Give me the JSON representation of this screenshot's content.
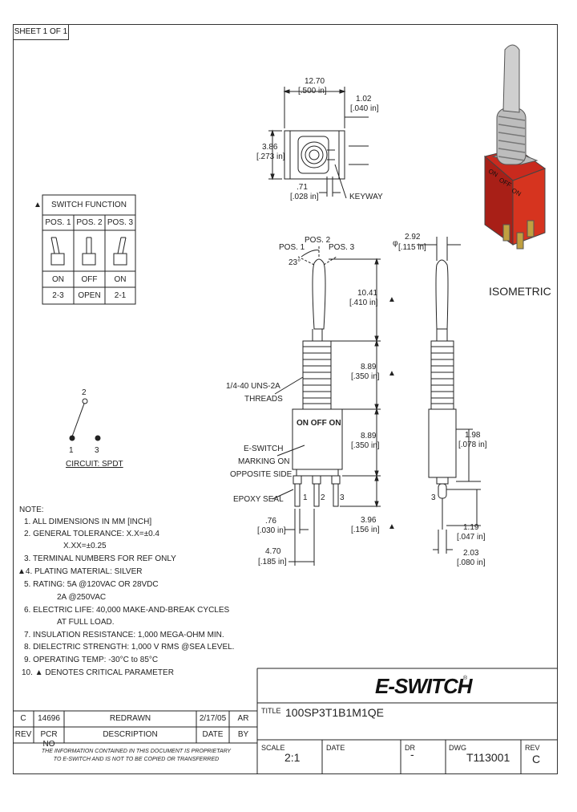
{
  "sheet": "SHEET 1 OF 1",
  "top_view": {
    "dim_width": "12.70",
    "dim_width_in": "[.500 in]",
    "dim_keyway_w": "1.02",
    "dim_keyway_w_in": "[.040 in]",
    "dim_height": "3.86",
    "dim_height_in": "[.273 in]",
    "dim_keyway": ".71",
    "dim_keyway_in": "[.028 in]",
    "keyway_label": "KEYWAY"
  },
  "switch_function": {
    "title": "SWITCH FUNCTION",
    "marker": "▲",
    "positions": [
      "POS. 1",
      "POS. 2",
      "POS. 3"
    ],
    "states": [
      "ON",
      "OFF",
      "ON"
    ],
    "connections": [
      "2-3",
      "OPEN",
      "2-1"
    ]
  },
  "circuit": {
    "common": "2",
    "left": "1",
    "right": "3",
    "label": "CIRCUIT: SPDT"
  },
  "front_view": {
    "pos1": "POS. 1",
    "pos2": "POS. 2",
    "pos3": "POS. 3",
    "angle": "23°",
    "thread_label_1": "1/4-40 UNS-2A",
    "thread_label_2": "THREADS",
    "marking_1": "E-SWITCH",
    "marking_2": "MARKING ON",
    "marking_3": "OPPOSITE SIDE",
    "body_text": "ON OFF ON",
    "epoxy": "EPOXY SEAL",
    "term_1": "1",
    "term_2": "2",
    "term_3": "3",
    "dim_lever": "10.41",
    "dim_lever_in": "[.410 in]",
    "dim_bushing": "8.89",
    "dim_bushing_in": "[.350 in]",
    "dim_body": "8.89",
    "dim_body_in": "[.350 in]",
    "dim_term": "3.96",
    "dim_term_in": "[.156 in]",
    "dim_term_w": ".76",
    "dim_term_w_in": "[.030 in]",
    "dim_pitch": "4.70",
    "dim_pitch_in": "[.185 in]",
    "crit": "▲"
  },
  "side_view": {
    "dim_dia_sym": "φ",
    "dim_dia": "2.92",
    "dim_dia_in": "[.115 in]",
    "dim_seal": "1.98",
    "dim_seal_in": "[.078 in]",
    "dim_term_h": "1.19",
    "dim_term_h_in": "[.047 in]",
    "dim_term_t": "2.03",
    "dim_term_t_in": "[.080 in]",
    "term": "3"
  },
  "isometric": {
    "label": "ISOMETRIC",
    "mark_on": "ON",
    "mark_off": "OFF",
    "mark_on2": "ON"
  },
  "notes": {
    "title": "NOTE:",
    "lines": [
      "1. ALL DIMENSIONS IN MM [INCH]",
      "2. GENERAL TOLERANCE: X.X=±0.4",
      "X.XX=±0.25",
      "3. TERMINAL NUMBERS FOR REF ONLY",
      "▲4. PLATING MATERIAL: SILVER",
      "5. RATING: 5A @120VAC OR 28VDC",
      "2A @250VAC",
      "6. ELECTRIC LIFE: 40,000 MAKE-AND-BREAK CYCLES",
      "AT FULL LOAD.",
      "7. INSULATION RESISTANCE: 1,000 MEGA-OHM MIN.",
      "8. DIELECTRIC STRENGTH: 1,000 V RMS @SEA LEVEL.",
      "9. OPERATING TEMP: -30°C to 85°C",
      "10. ▲ DENOTES CRITICAL PARAMETER"
    ]
  },
  "revision": {
    "rev": "C",
    "pcr": "14696",
    "description": "REDRAWN",
    "date": "2/17/05",
    "by": "AR",
    "head_rev": "REV",
    "head_pcr": "PCR NO",
    "head_desc": "DESCRIPTION",
    "head_date": "DATE",
    "head_by": "BY",
    "proprietary_1": "THE INFORMATION CONTAINED IN THIS DOCUMENT IS PROPRIETARY",
    "proprietary_2": "TO E-SWITCH AND IS NOT TO BE COPIED OR TRANSFERRED"
  },
  "title_block": {
    "logo": "E-SWITCH",
    "logo_mark": "®",
    "title_label": "TITLE",
    "title": "100SP3T1B1M1QE",
    "scale_label": "SCALE",
    "scale": "2:1",
    "date_label": "DATE",
    "dr_label": "DR",
    "dr": "-",
    "dwg_label": "DWG",
    "dwg": "T113001",
    "rev_label": "REV",
    "rev": "C"
  }
}
